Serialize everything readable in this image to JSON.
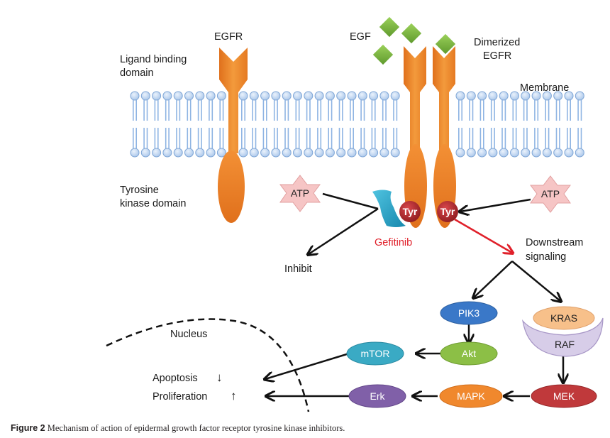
{
  "labels": {
    "egfr": "EGFR",
    "ligand_binding_domain_line1": "Ligand binding",
    "ligand_binding_domain_line2": "domain",
    "egf": "EGF",
    "dimerized_line1": "Dimerized",
    "dimerized_line2": "EGFR",
    "membrane": "Membrane",
    "tyrosine_kinase_line1": "Tyrosine",
    "tyrosine_kinase_line2": "kinase domain",
    "atp_left": "ATP",
    "atp_right": "ATP",
    "tyr_left": "Tyr",
    "tyr_right": "Tyr",
    "gefitinib": "Gefitinib",
    "inhibit": "Inhibit",
    "downstream_line1": "Downstream",
    "downstream_line2": "signaling",
    "nucleus": "Nucleus",
    "apoptosis": "Apoptosis",
    "apoptosis_arrow": "↓",
    "proliferation": "Proliferation",
    "proliferation_arrow": "↑"
  },
  "nodes": {
    "pik3": "PIK3",
    "akt": "Akt",
    "mtor": "mTOR",
    "kras": "KRAS",
    "raf": "RAF",
    "mek": "MEK",
    "mapk": "MAPK",
    "erk": "Erk"
  },
  "caption": {
    "label": "Figure 2",
    "text": " Mechanism of action of epidermal growth factor receptor tyrosine kinase inhibitors."
  },
  "colors": {
    "receptor": "#f0872a",
    "egf": "#7cb342",
    "membrane": "#8eb4e3",
    "atp": "#f6c5c5",
    "tyr": "#b3282d",
    "gefitinib_drug": "#1fa3c6",
    "gefitinib_text": "#e0202a",
    "signal_arrow": "#e0202a",
    "pik3": "#3a78c8",
    "akt": "#8cbf46",
    "mtor": "#3aaac4",
    "kras": "#f7c08a",
    "raf": "#d7cde8",
    "mek": "#c0393b",
    "mapk": "#f0882d",
    "erk": "#8060a8"
  }
}
